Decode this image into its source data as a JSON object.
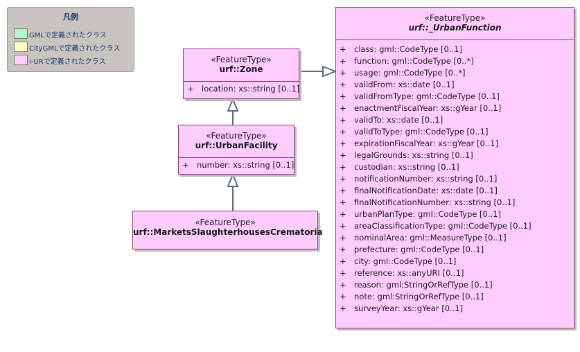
{
  "legend": {
    "title": "凡例",
    "items": [
      {
        "label": "GMLで定義されたクラス",
        "color": "#b4f4c8"
      },
      {
        "label": "CityGMLで定義されたクラス",
        "color": "#ffffc0"
      },
      {
        "label": "i-URで定義されたクラス",
        "color": "#ffd0ff"
      }
    ]
  },
  "classes": {
    "urban_function": {
      "stereotype": "«FeatureType»",
      "name": "urf::_UrbanFunction",
      "attributes": [
        {
          "vis": "+",
          "text": "class: gml::CodeType [0..1]"
        },
        {
          "vis": "+",
          "text": "function: gml::CodeType [0..*]"
        },
        {
          "vis": "+",
          "text": "usage: gml::CodeType [0..*]"
        },
        {
          "vis": "+",
          "text": "validFrom: xs::date [0..1]"
        },
        {
          "vis": "+",
          "text": "validFromType: gml::CodeType [0..1]"
        },
        {
          "vis": "+",
          "text": "enactmentFiscalYear: xs::gYear [0..1]"
        },
        {
          "vis": "+",
          "text": "validTo: xs::date [0..1]"
        },
        {
          "vis": "+",
          "text": "validToType: gml::CodeType [0..1]"
        },
        {
          "vis": "+",
          "text": "expirationFiscalYear: xs::gYear [0..1]"
        },
        {
          "vis": "+",
          "text": "legalGrounds: xs::string [0..1]"
        },
        {
          "vis": "+",
          "text": "custodian: xs::string [0..1]"
        },
        {
          "vis": "+",
          "text": "notificationNumber: xs::string [0..1]"
        },
        {
          "vis": "+",
          "text": "finalNotificationDate: xs::date [0..1]"
        },
        {
          "vis": "+",
          "text": "finalNotificationNumber: xs::string [0..1]"
        },
        {
          "vis": "+",
          "text": "urbanPlanType: gml::CodeType [0..1]"
        },
        {
          "vis": "+",
          "text": "areaClassificationType: gml::CodeType [0..1]"
        },
        {
          "vis": "+",
          "text": "nominalArea: gml::MeasureType [0..1]"
        },
        {
          "vis": "+",
          "text": "prefecture: gml::CodeType [0..1]"
        },
        {
          "vis": "+",
          "text": "city: gml::CodeType [0..1]"
        },
        {
          "vis": "+",
          "text": "reference: xs::anyURI [0..1]"
        },
        {
          "vis": "+",
          "text": "reason: gml:StringOrRefType [0..1]"
        },
        {
          "vis": "+",
          "text": "note: gml:StringOrRefType [0..1]"
        },
        {
          "vis": "+",
          "text": "surveyYear: xs::gYear [0..1]"
        }
      ]
    },
    "zone": {
      "stereotype": "«FeatureType»",
      "name": "urf::Zone",
      "attributes": [
        {
          "vis": "+",
          "text": "location: xs::string [0..1]"
        }
      ]
    },
    "urban_facility": {
      "stereotype": "«FeatureType»",
      "name": "urf::UrbanFacility",
      "attributes": [
        {
          "vis": "+",
          "text": "number: xs::string [0..1]"
        }
      ]
    },
    "markets": {
      "stereotype": "«FeatureType»",
      "name": "urf::MarketsSlaughterhousesCrematoria",
      "attributes": []
    }
  },
  "colors": {
    "i_ur_fill": "#ffccff",
    "class_border": "#8e3a6e",
    "connector": "#5a6a80"
  }
}
